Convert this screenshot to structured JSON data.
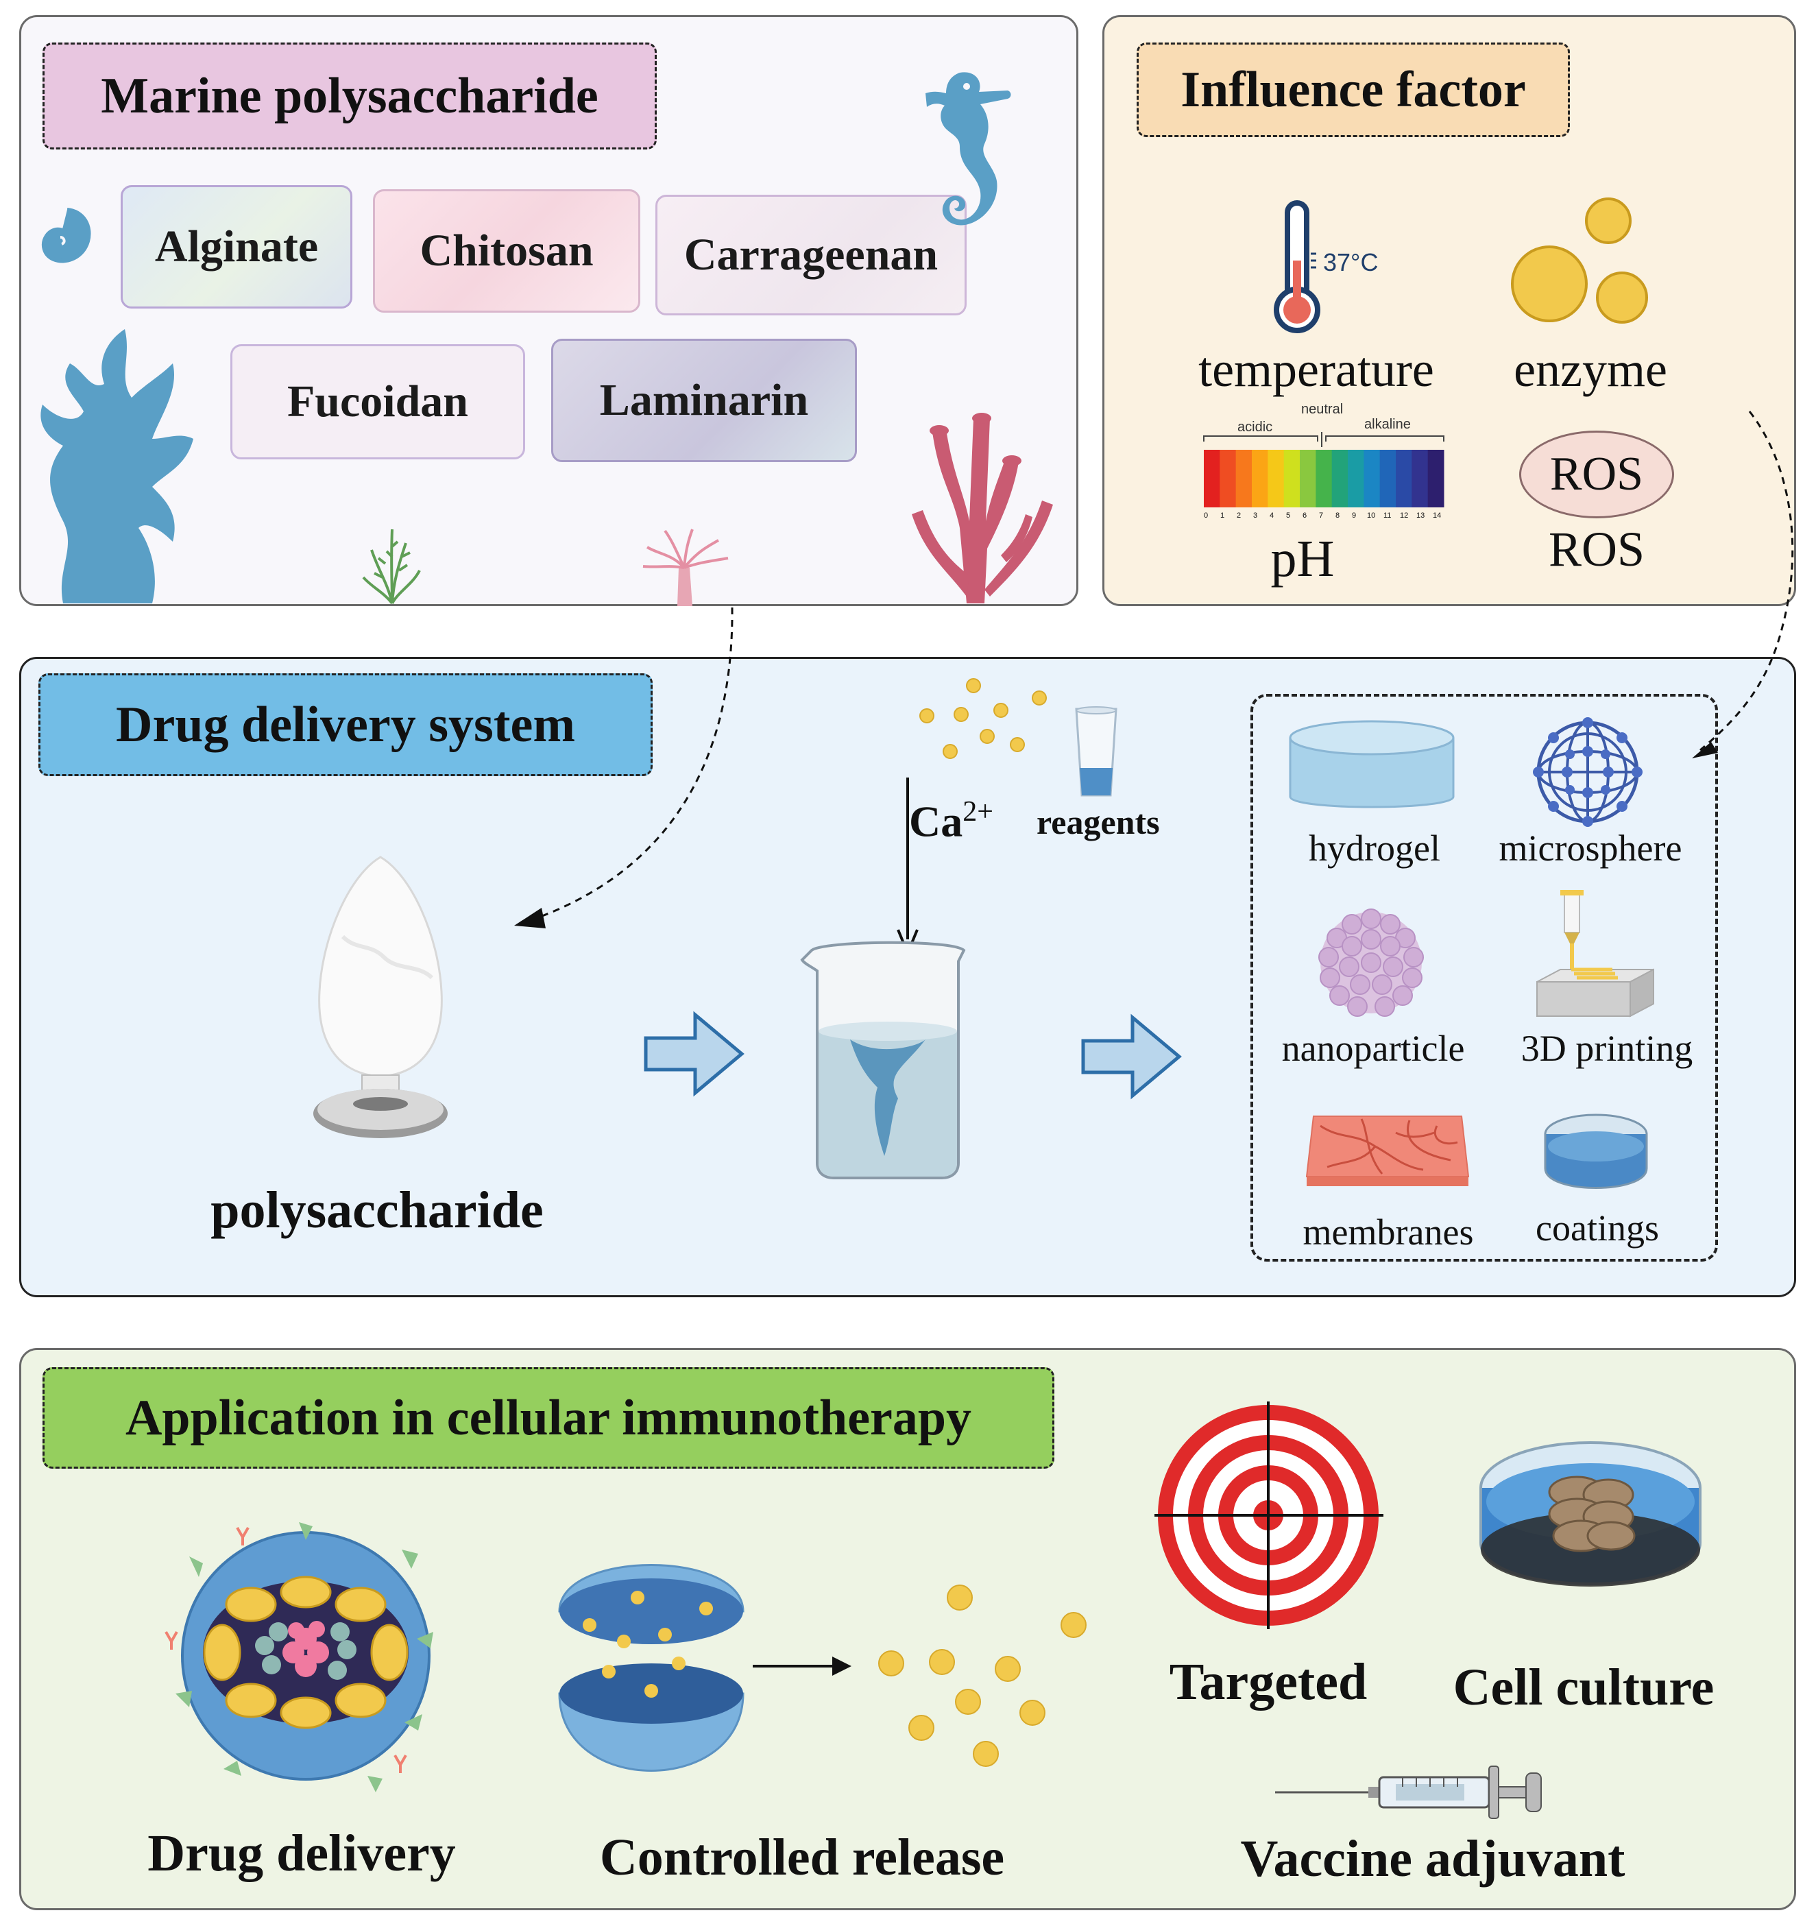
{
  "marine": {
    "title": "Marine polysaccharide",
    "chips": [
      "Alginate",
      "Chitosan",
      "Carrageenan",
      "Fucoidan",
      "Laminarin"
    ]
  },
  "influence": {
    "title": "Influence factor",
    "thermometer_reading": "37°C",
    "temperature": "temperature",
    "enzyme": "enzyme",
    "ph_acidic": "acidic",
    "ph_neutral": "neutral",
    "ph_alkaline": "alkaline",
    "ph_ticks": [
      "0",
      "1",
      "2",
      "3",
      "4",
      "5",
      "6",
      "7",
      "8",
      "9",
      "10",
      "11",
      "12",
      "13",
      "14"
    ],
    "ph": "pH",
    "ros_badge": "ROS",
    "ros": "ROS"
  },
  "dds": {
    "title": "Drug delivery system",
    "polysaccharide": "polysaccharide",
    "calcium": "Ca",
    "calcium_charge": "2+",
    "reagents": "reagents",
    "forms": [
      "hydrogel",
      "microsphere",
      "nanoparticle",
      "3D printing",
      "membranes",
      "coatings"
    ]
  },
  "application": {
    "title": "Application in cellular immunotherapy",
    "drug_delivery": "Drug delivery",
    "controlled_release": "Controlled release",
    "targeted": "Targeted",
    "cell_culture": "Cell culture",
    "vaccine_adjuvant": "Vaccine adjuvant"
  },
  "colors": {
    "marine_bg": "#f8f7fb",
    "marine_title": "#e8c6e0",
    "influence_bg": "#fbf2e1",
    "influence_title": "#f9dcb4",
    "dds_bg": "#eaf3fb",
    "dds_title": "#72bde6",
    "app_bg": "#eef4e4",
    "app_title": "#95cf5e",
    "sea_blue": "#5a9fc6",
    "coral_red": "#c95b72",
    "gold": "#f2c94c"
  }
}
